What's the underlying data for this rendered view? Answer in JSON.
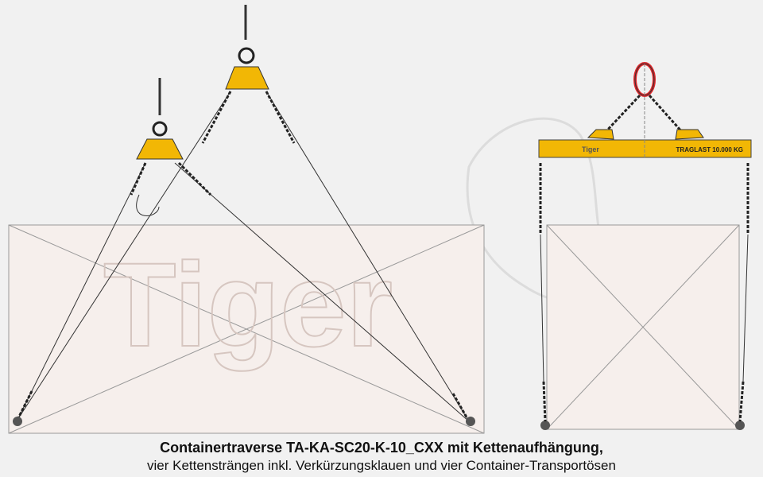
{
  "watermark": {
    "text": "Tiger"
  },
  "beam": {
    "brand": "Tiger",
    "capacity_label": "TRAGLAST 10.000 KG",
    "color": "#f2b705"
  },
  "colors": {
    "container_fill": "#f6efec",
    "link_accent": "#e0262b"
  },
  "caption": {
    "title": "Containertraverse TA-KA-SC20-K-10_CXX mit Kettenaufhängung,",
    "subtitle": "vier Kettensträngen inkl. Verkürzungsklauen und vier Container-Transportösen"
  }
}
